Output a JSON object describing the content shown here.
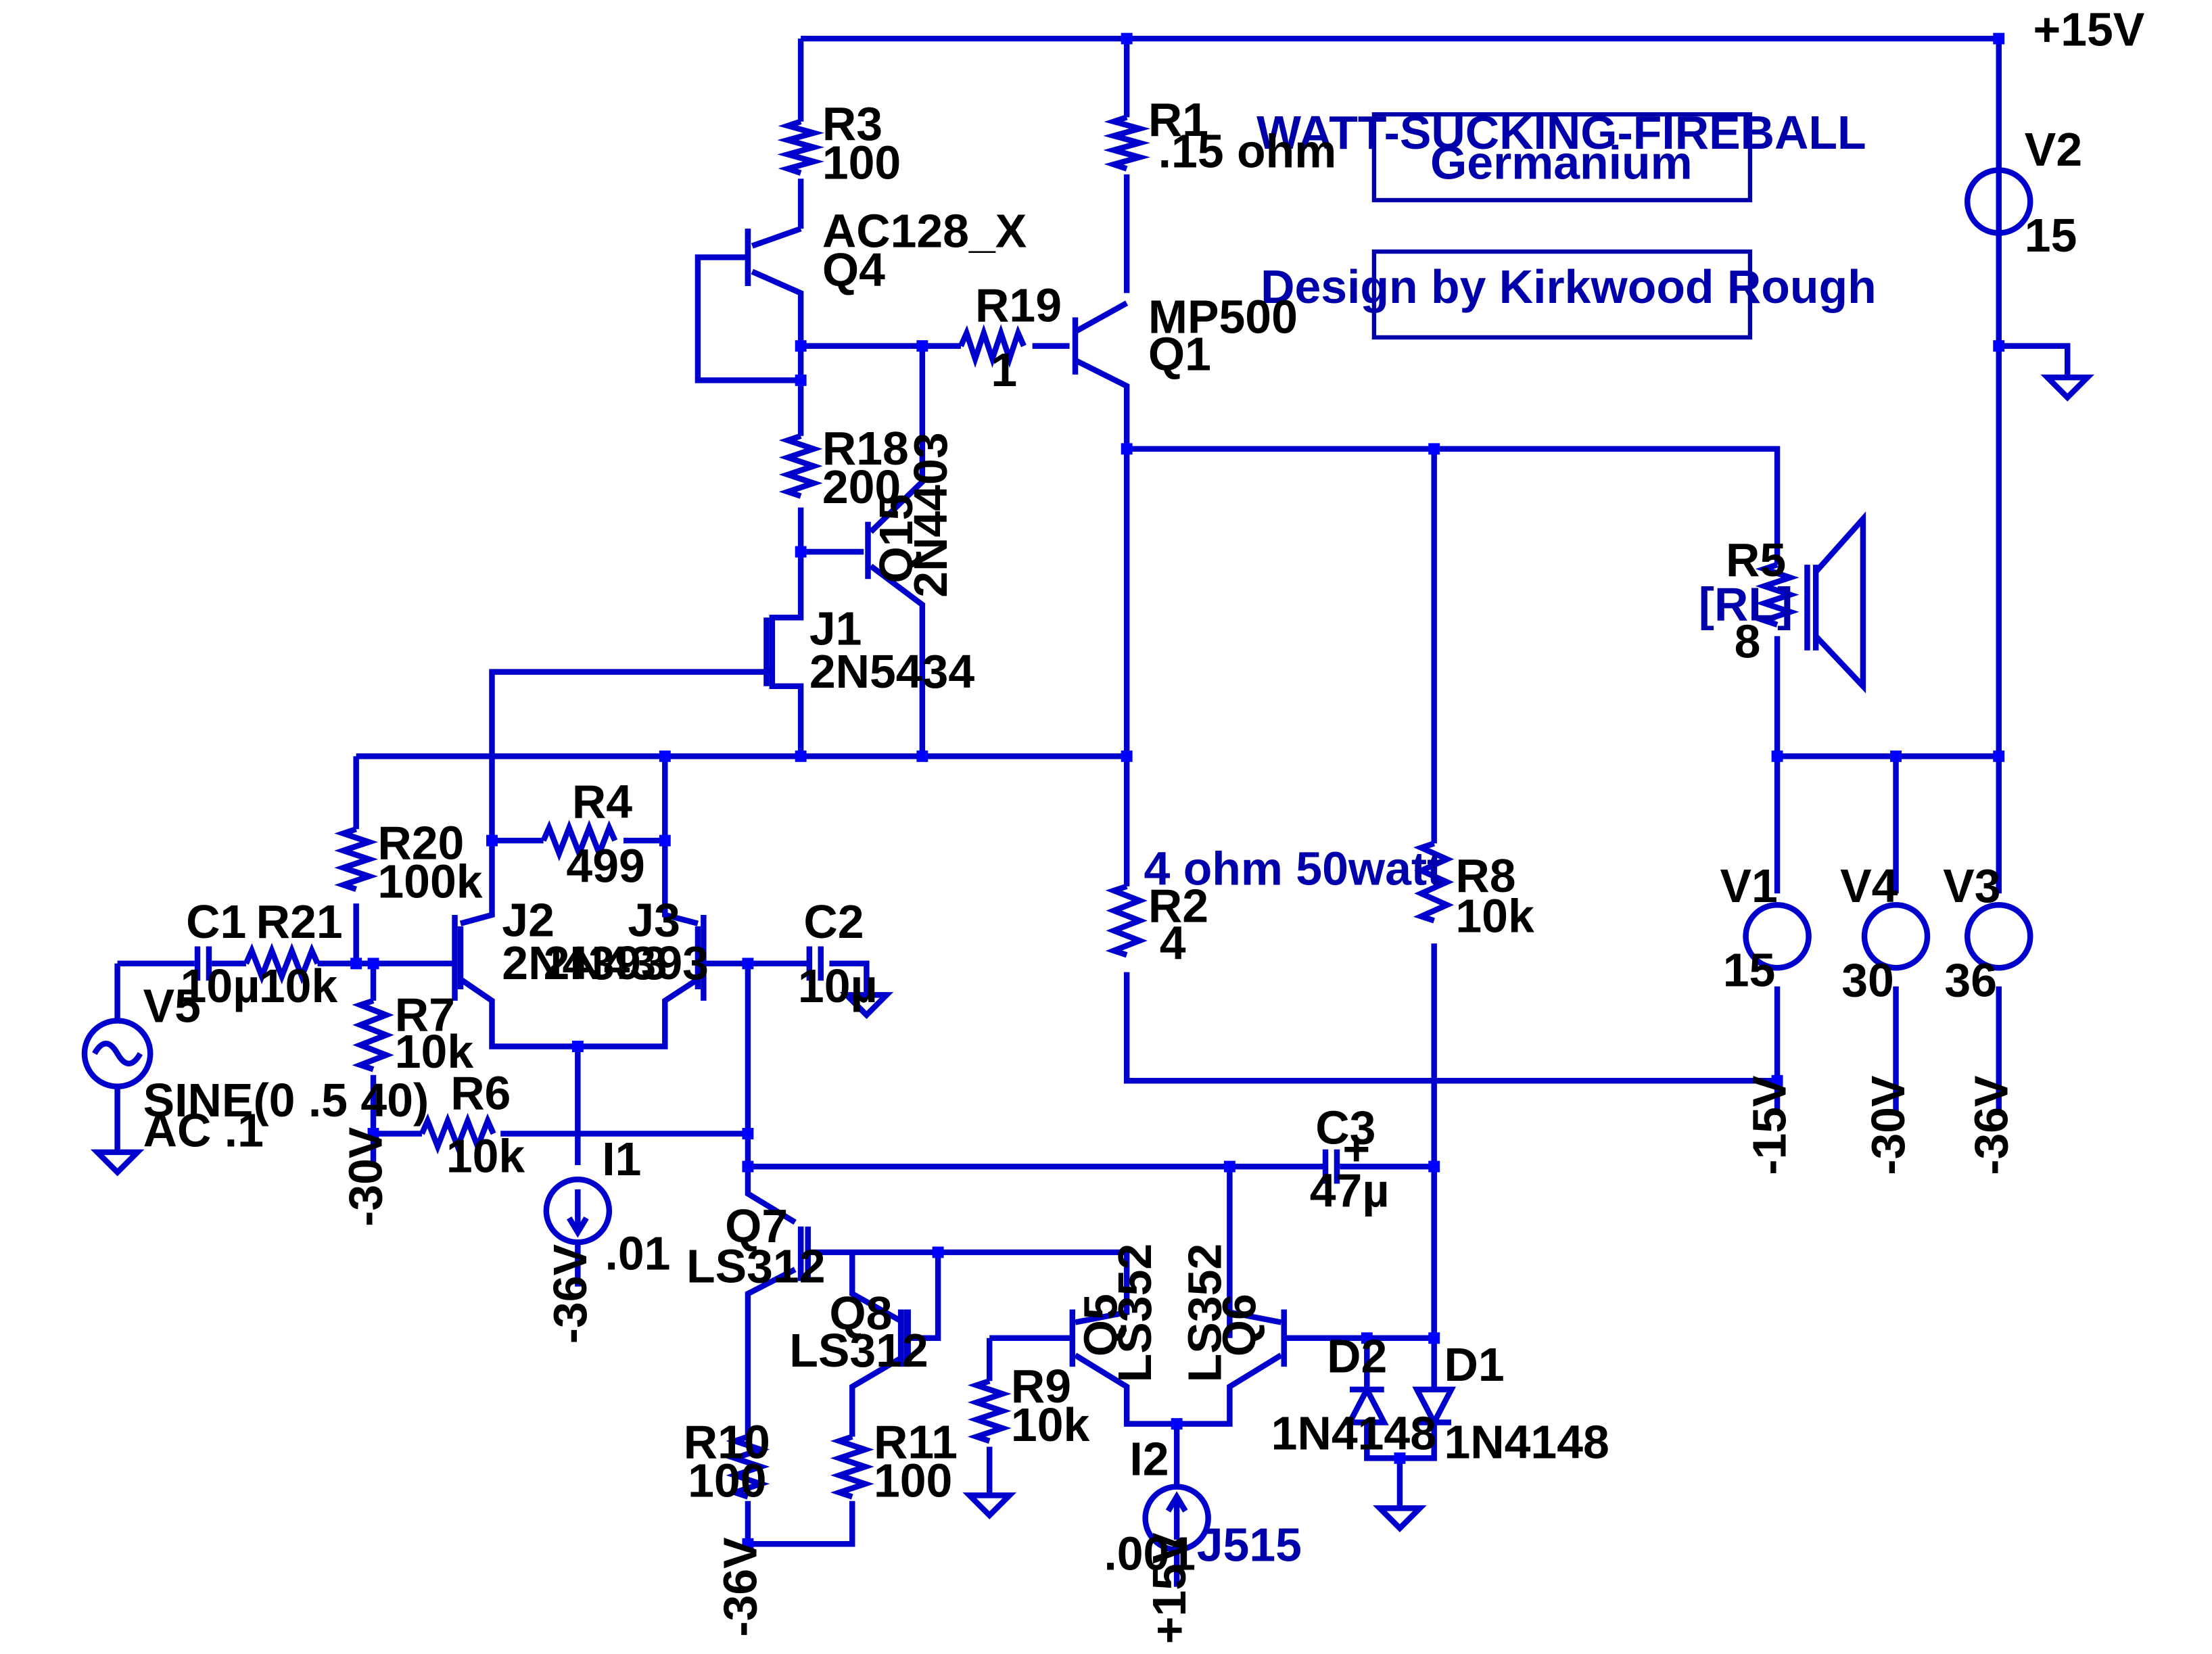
{
  "title_box": {
    "line1": "WATT-SUCKING-FIREBALL",
    "line2": "Germanium"
  },
  "credit_box": {
    "text": "Design by Kirkwood Rough"
  },
  "rails": {
    "p15": "+15V",
    "m15": "-15V",
    "m30": "-30V",
    "m36": "-36V"
  },
  "components": {
    "R3": {
      "name": "R3",
      "value": "100"
    },
    "R1": {
      "name": "R1",
      "value": ".15 ohm"
    },
    "Q4": {
      "model": "AC128_X",
      "name": "Q4"
    },
    "R19": {
      "name": "R19",
      "value": "1"
    },
    "Q1": {
      "model": "MP500",
      "name": "Q1"
    },
    "R18": {
      "name": "R18",
      "value": "200"
    },
    "Q15": {
      "name": "Q15",
      "model": "2N4403"
    },
    "J1": {
      "name": "J1",
      "model": "2N5434"
    },
    "R5": {
      "name": "R5",
      "param": "[RL]",
      "value": "8"
    },
    "V2": {
      "name": "V2",
      "value": "15"
    },
    "R20": {
      "name": "R20",
      "value": "100k"
    },
    "R4": {
      "name": "R4",
      "value": "499"
    },
    "J2": {
      "name": "J2",
      "model": "2N4393"
    },
    "J3": {
      "name": "J3",
      "model": "2N4393"
    },
    "C1": {
      "name": "C1",
      "value": "10µ"
    },
    "R21": {
      "name": "R21",
      "value": "10k"
    },
    "C2": {
      "name": "C2",
      "value": "10µ"
    },
    "R2": {
      "name": "R2",
      "value": "4",
      "note": "4 ohm 50watt"
    },
    "R8": {
      "name": "R8",
      "value": "10k"
    },
    "V1": {
      "name": "V1",
      "value": "15"
    },
    "V4": {
      "name": "V4",
      "value": "30"
    },
    "V3": {
      "name": "V3",
      "value": "36"
    },
    "V5": {
      "name": "V5",
      "line1": "SINE(0 .5 40)",
      "line2": "AC .1"
    },
    "R7": {
      "name": "R7",
      "value": "10k"
    },
    "R6": {
      "name": "R6",
      "value": "10k"
    },
    "I1": {
      "name": "I1",
      "value": ".01"
    },
    "C3": {
      "name": "C3",
      "value": "47µ"
    },
    "Q7": {
      "name": "Q7",
      "model": "LS312"
    },
    "Q8": {
      "name": "Q8",
      "model": "LS312"
    },
    "Q5": {
      "name": "Q5",
      "model": "LS352"
    },
    "Q6": {
      "name": "Q6",
      "model": "LS352"
    },
    "D2": {
      "name": "D2",
      "model": "1N4148"
    },
    "D1": {
      "name": "D1",
      "model": "1N4148"
    },
    "R9": {
      "name": "R9",
      "value": "10k"
    },
    "R10": {
      "name": "R10",
      "value": "100"
    },
    "R11": {
      "name": "R11",
      "value": "100"
    },
    "I2": {
      "name": "I2",
      "value": ".001",
      "model": "J515"
    }
  },
  "colors": {
    "wire": "#0000cc",
    "junction": "#0000ff",
    "label": "#000000",
    "annotation": "#0000aa"
  }
}
